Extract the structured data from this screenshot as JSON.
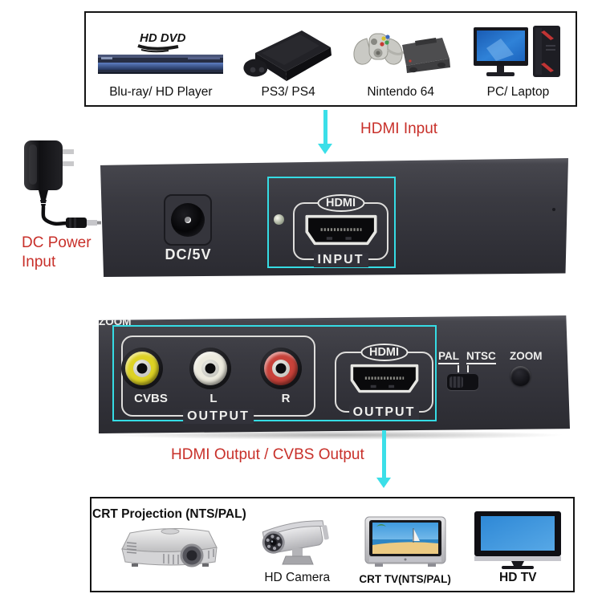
{
  "annotations": {
    "hdmi_input_label": "HDMI Input",
    "dc_power_label": "DC Power\nInput",
    "output_flow_label": "HDMI Output / CVBS Output"
  },
  "source_box": {
    "items": [
      {
        "logo": "HD DVD",
        "label": "Blu-ray/ HD Player"
      },
      {
        "label": "PS3/ PS4"
      },
      {
        "label": "Nintendo 64"
      },
      {
        "label": "PC/ Laptop"
      }
    ]
  },
  "converter_top": {
    "dc_jack_label": "DC/5V",
    "hdmi_badge": "HDMI",
    "hdmi_group_label": "INPUT"
  },
  "converter_front": {
    "rca_jacks": [
      {
        "label": "CVBS",
        "color": "#ddd224"
      },
      {
        "label": "L",
        "color": "#eceade"
      },
      {
        "label": "R",
        "color": "#c8423a"
      }
    ],
    "rca_group_label": "OUTPUT",
    "hdmi_badge": "HDMI",
    "hdmi_group_label": "OUTPUT",
    "pal_label": "PAL",
    "ntsc_label": "NTSC",
    "zoom_label": "ZOOM"
  },
  "sink_box": {
    "projection_label": "CRT Projection (NTS/PAL)",
    "camera_label": "HD Camera",
    "crt_tv_label": "CRT TV(NTS/PAL)",
    "hd_tv_label": "HD TV"
  },
  "colors": {
    "annotation_red": "#c8302a",
    "arrow_cyan": "#3bdfe8",
    "highlight_cyan": "#35dce4"
  }
}
